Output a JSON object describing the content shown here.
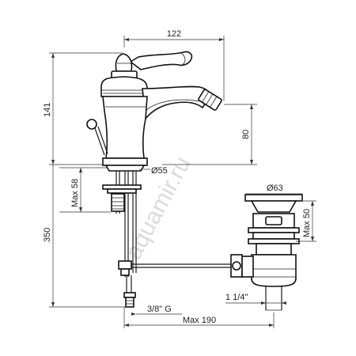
{
  "watermark": "aquamir.ru",
  "dimensions": {
    "spout_reach": "122",
    "total_height": "141",
    "spout_height": "80",
    "base_diameter": "Ø55",
    "max_thickness": "Max 58",
    "hose_length": "350",
    "drain_diameter": "Ø63",
    "drain_max": "Max 50",
    "drain_thread": "1 1/4\"",
    "inlet_thread": "3/8\" G",
    "max_reach": "Max 190"
  }
}
